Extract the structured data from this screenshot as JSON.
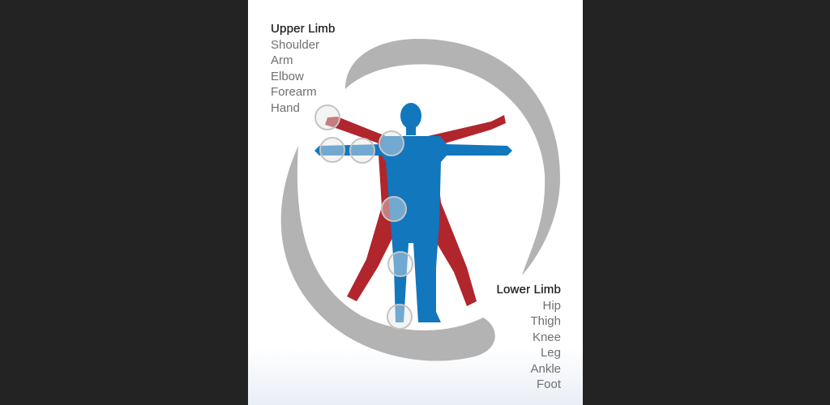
{
  "upper_limb": {
    "title": "Upper Limb",
    "items": [
      "Shoulder",
      "Arm",
      "Elbow",
      "Forearm",
      "Hand"
    ]
  },
  "lower_limb": {
    "title": "Lower Limb",
    "items": [
      "Hip",
      "Thigh",
      "Knee",
      "Leg",
      "Ankle",
      "Foot"
    ]
  },
  "colors": {
    "background": "#232323",
    "panel": "#ffffff",
    "ring": "#b3b3b3",
    "figure_blue": "#1277bd",
    "figure_red": "#b0262c",
    "joint_circle": "#c9c9c9"
  }
}
